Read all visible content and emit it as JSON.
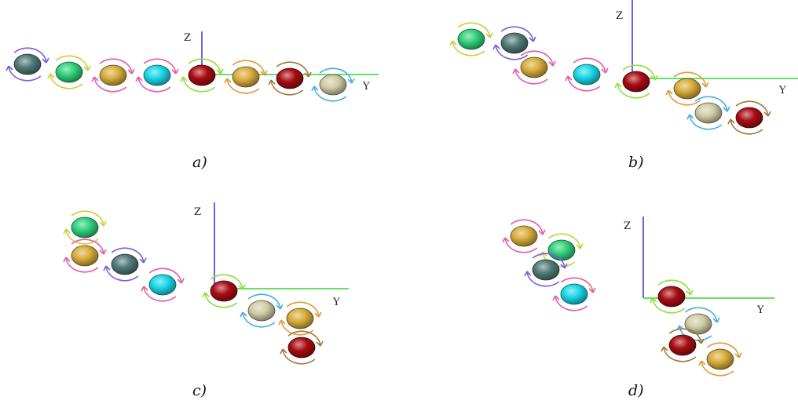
{
  "colors": {
    "axis_z": "#3a2fd8",
    "axis_y": "#35d635",
    "spheres": {
      "gray": "#507a78",
      "green": "#2fd07a",
      "gold": "#d8ac3a",
      "cyan": "#1ad6e6",
      "red": "#a80c12",
      "beige": "#cfcca6"
    },
    "arrows": {
      "purple": "#7a5fe0",
      "pink": "#e85aa6",
      "green": "#8fe03a",
      "orange": "#e09a3a",
      "blue": "#46aee8",
      "brown": "#a07a3a",
      "yellow": "#c8d03a"
    }
  },
  "panels": [
    {
      "caption": "a)",
      "axis_z_label": "Z",
      "axis_y_label": "Y"
    },
    {
      "caption": "b)",
      "axis_z_label": "Z",
      "axis_y_label": "Y"
    },
    {
      "caption": "c)",
      "axis_z_label": "Z",
      "axis_y_label": "Y"
    },
    {
      "caption": "d)",
      "axis_z_label": "Z",
      "axis_y_label": "Y"
    }
  ]
}
